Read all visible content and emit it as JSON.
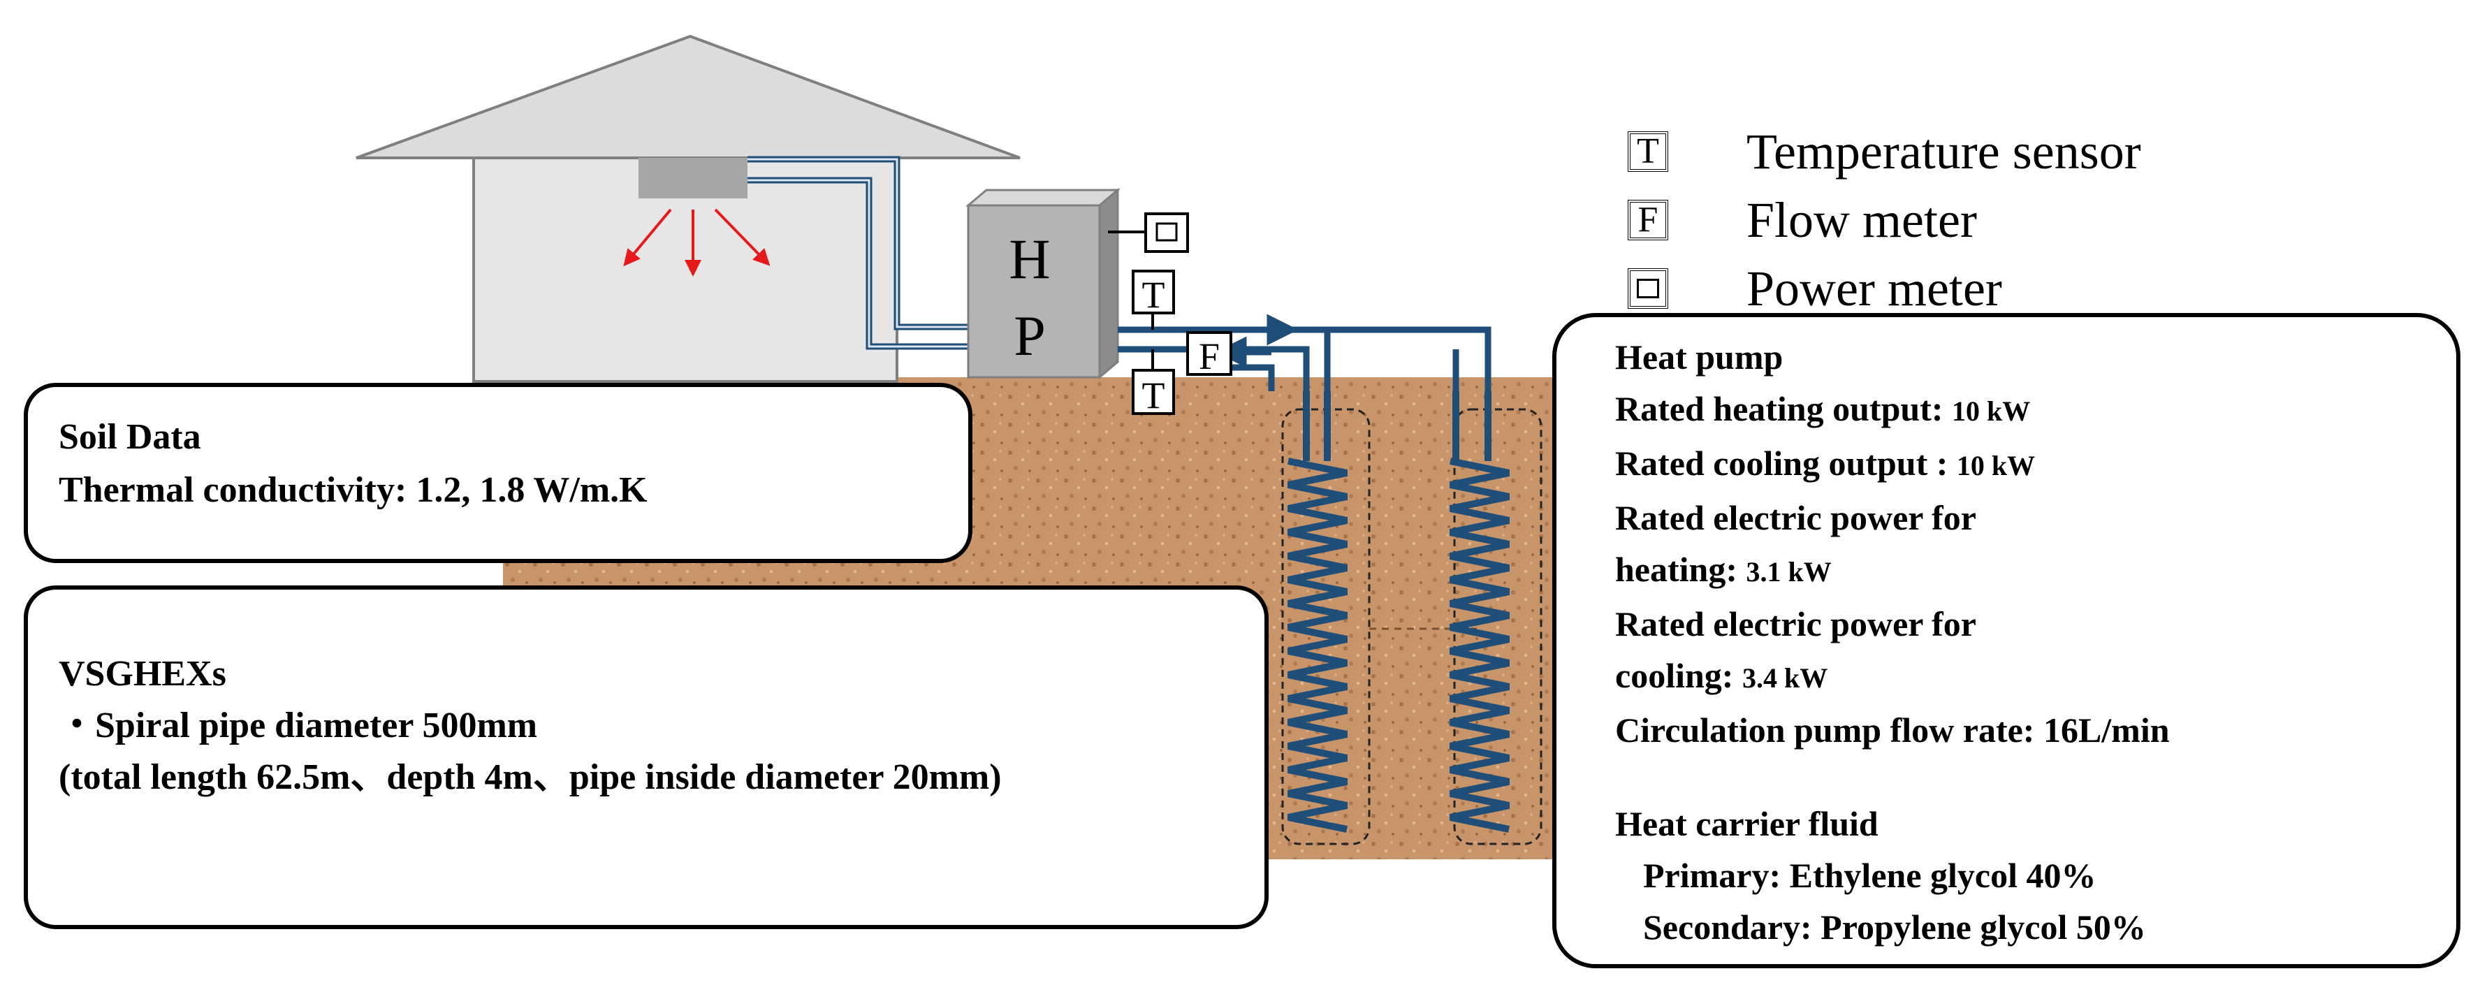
{
  "legend": {
    "items": [
      {
        "symbol": "T",
        "label": "Temperature sensor"
      },
      {
        "symbol": "F",
        "label": "Flow meter"
      },
      {
        "symbol": "",
        "label": "Power meter"
      }
    ]
  },
  "heat_pump_unit": {
    "line1": "H",
    "line2": "P"
  },
  "sensors": {
    "temp_symbol": "T",
    "flow_symbol": "F"
  },
  "soil": {
    "title": "Soil Data",
    "conductivity_label": "Thermal conductivity",
    "conductivity_value": "1.2, 1.8 W/m.K"
  },
  "vsghex": {
    "title": "VSGHEXs",
    "line1": "・Spiral pipe diameter 500mm",
    "line2": "(total length 62.5m、depth 4m、pipe inside diameter 20mm)"
  },
  "heat_pump": {
    "title": "Heat pump",
    "heating_output_label": "Rated heating output",
    "heating_output_value": "10 kW",
    "cooling_output_label": "Rated cooling output",
    "cooling_output_value": "10 kW",
    "power_heating_label_1": "Rated electric power for",
    "power_heating_label_2": "heating",
    "power_heating_value": "3.1 kW",
    "power_cooling_label_1": "Rated electric power for",
    "power_cooling_label_2": "cooling",
    "power_cooling_value": "3.4 kW",
    "flow_rate": "Circulation pump flow rate: 16L/min",
    "fluid_title": "Heat carrier fluid",
    "primary_label": "Primary",
    "primary_value": "Ethylene glycol 40%",
    "secondary_label": "Secondary",
    "secondary_value": "Propylene glycol 50%"
  },
  "colors": {
    "pipe": "#1f4e79",
    "soil": "#c8956a",
    "house": "#e6e6e6",
    "roof": "#dcdcdc",
    "hp_unit": "#b4b4b4",
    "fan_coil": "#a6a6a6",
    "arrow": "#e8191b"
  }
}
